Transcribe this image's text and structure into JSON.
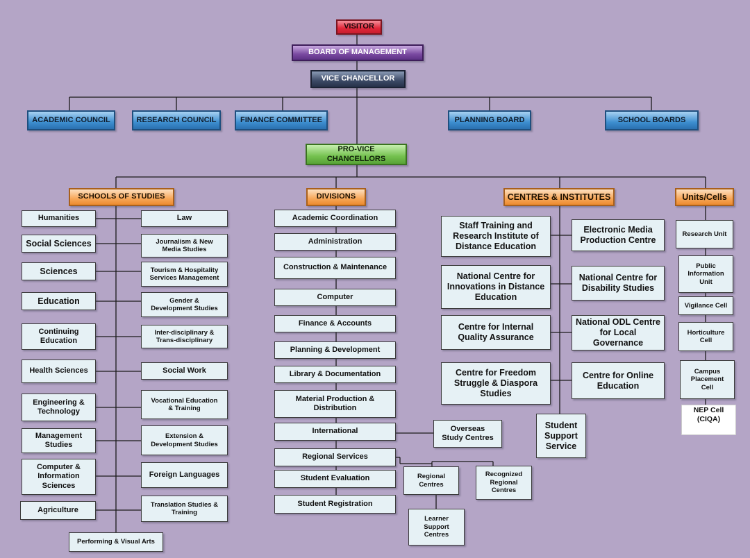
{
  "top": {
    "visitor": "VISITOR",
    "board_of_management": "BOARD OF MANAGEMENT",
    "vice_chancellor": "VICE CHANCELLOR",
    "pro_vice_chancellors": "PRO-VICE CHANCELLORS"
  },
  "councils": {
    "academic": "ACADEMIC COUNCIL",
    "research": "RESEARCH COUNCIL",
    "finance": "FINANCE COMMITTEE",
    "planning": "PLANNING BOARD",
    "school_boards": "SCHOOL BOARDS"
  },
  "headers": {
    "schools": "SCHOOLS OF STUDIES",
    "divisions": "DIVISIONS",
    "centres": "CENTRES & INSTITUTES",
    "units": "Units/Cells"
  },
  "schools_left": [
    "Humanities",
    "Social Sciences",
    "Sciences",
    "Education",
    "Continuing\nEducation",
    "Health Sciences",
    "Engineering &\nTechnology",
    "Management\nStudies",
    "Computer &\nInformation\nSciences",
    "Agriculture"
  ],
  "schools_right": [
    "Law",
    "Journalism & New\nMedia Studies",
    "Tourism & Hospitality\nServices Management",
    "Gender &\nDevelopment Studies",
    "Inter-disciplinary &\nTrans-disciplinary",
    "Social Work",
    "Vocational Education\n& Training",
    "Extension &\nDevelopment Studies",
    "Foreign Languages",
    "Translation Studies &\nTraining"
  ],
  "schools_bottom": "Performing & Visual Arts",
  "divisions": [
    "Academic Coordination",
    "Administration",
    "Construction & Maintenance",
    "Computer",
    "Finance & Accounts",
    "Planning & Development",
    "Library & Documentation",
    "Material Production &\nDistribution",
    "International",
    "Regional Services",
    "Student Evaluation",
    "Student Registration"
  ],
  "division_extras": {
    "overseas": "Overseas\nStudy Centres",
    "regional_centres": "Regional\nCentres",
    "recognized_regional": "Recognized\nRegional\nCentres",
    "learner_support": "Learner\nSupport\nCentres"
  },
  "centres_left": [
    "Staff Training and\nResearch Institute of\nDistance Education",
    "National Centre for\nInnovations in Distance\nEducation",
    "Centre for Internal\nQuality Assurance",
    "Centre for Freedom\nStruggle & Diaspora\nStudies"
  ],
  "centres_right": [
    "Electronic Media\nProduction Centre",
    "National Centre for\nDisability Studies",
    "National ODL Centre\nfor Local Governance",
    "Centre for Online\nEducation"
  ],
  "student_support": "Student\nSupport\nService",
  "units": [
    "Research Unit",
    "Public\nInformation\nUnit",
    "Vigilance Cell",
    "Horticulture\nCell",
    "Campus\nPlacement\nCell",
    "NEP Cell\n(CIQA)"
  ],
  "colors": {
    "background": "#b4a5c6",
    "box": "#e6f1f5",
    "visitor": "#e12639",
    "board_of_management": "#7a4aa1",
    "vice_chancellor": "#3c4a66",
    "councils": "#3e8fd0",
    "pro_vice_chancellors": "#74c14f",
    "headers": "#f7a759"
  }
}
